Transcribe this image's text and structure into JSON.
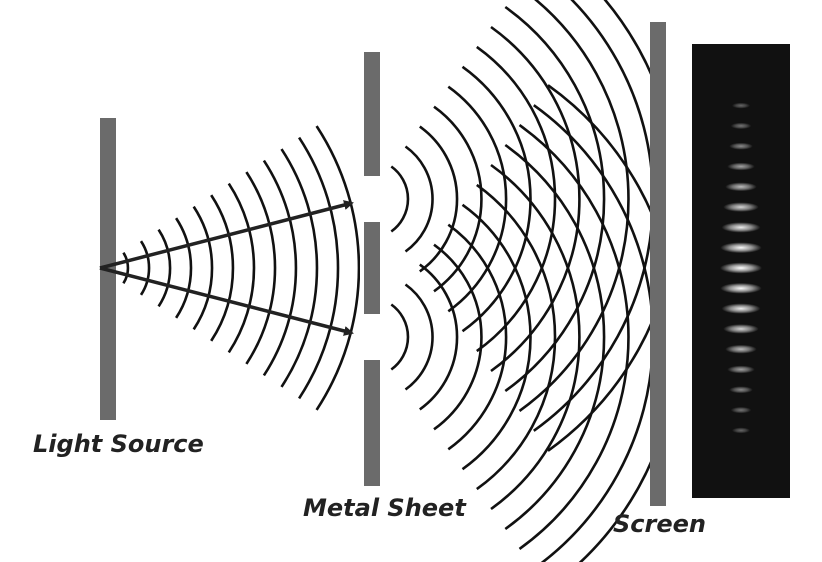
{
  "labels": {
    "light_source": "Light Source",
    "metal_sheet": "Metal Sheet",
    "screen": "Screen"
  },
  "colors": {
    "bar": "#6b6b6b",
    "wave": "#111111",
    "arrow": "#222222",
    "panel": "#111111",
    "fringe": "#ffffff"
  }
}
